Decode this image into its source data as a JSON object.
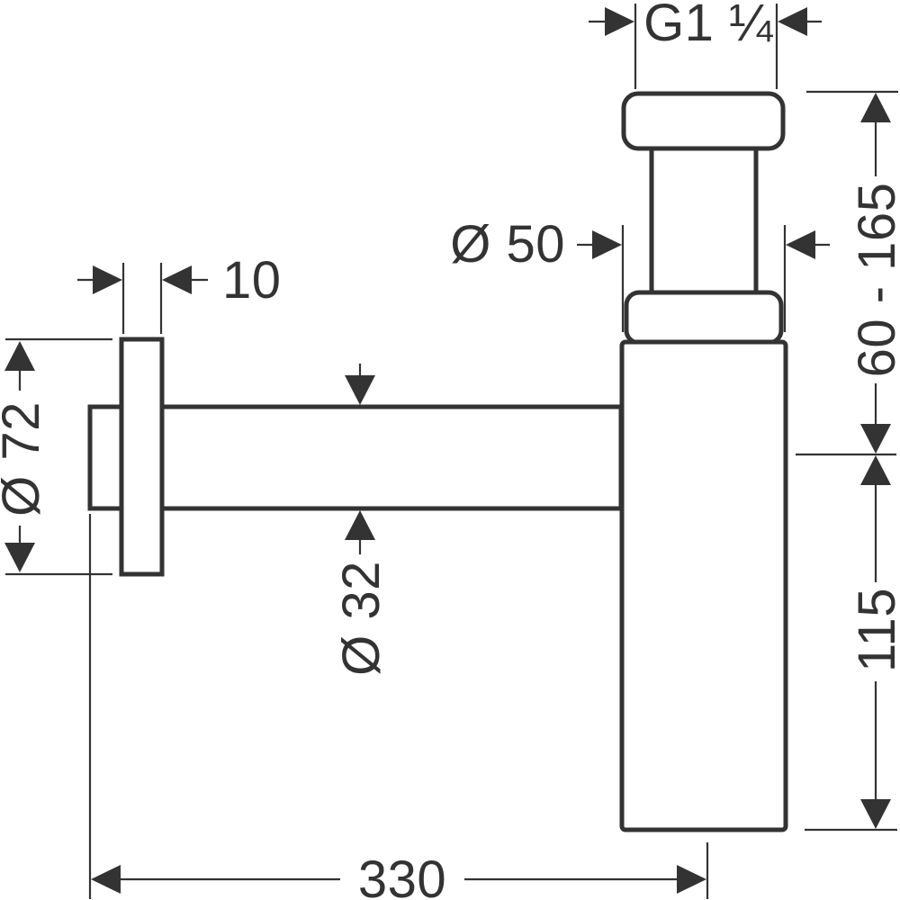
{
  "drawing": {
    "kind": "technical-dimension-drawing",
    "subject": "bottle trap siphon, side view with wall connection",
    "background_color": "#ffffff",
    "line_color": "#333333",
    "labels": {
      "thread_size": "G1 ¼",
      "body_diameter": "Ø 50",
      "height_adjustment_range": "60 - 165",
      "flange_thickness": "10",
      "flange_diameter": "Ø 72",
      "pipe_diameter": "Ø 32",
      "body_height": "115",
      "wall_distance": "330"
    }
  }
}
